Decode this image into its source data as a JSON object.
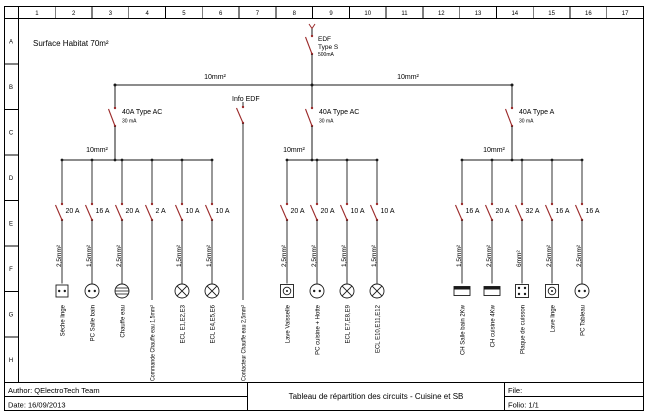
{
  "colors": {
    "line": "#1a1a1a",
    "symbol": "#9b2a2a",
    "paper": "#ffffff",
    "frame": "#000000"
  },
  "frame": {
    "columns": [
      "1",
      "2",
      "3",
      "4",
      "5",
      "6",
      "7",
      "8",
      "9",
      "10",
      "11",
      "12",
      "13",
      "14",
      "15",
      "16",
      "17"
    ],
    "rows": [
      "A",
      "B",
      "C",
      "D",
      "E",
      "F",
      "G",
      "H"
    ]
  },
  "title_block": {
    "author": "Author: QElectroTech Team",
    "date": "Date: 16/09/2013",
    "title": "Tableau de répartition des circuits - Cuisine et SB",
    "file": "File:",
    "folio": "Folio: 1/1"
  },
  "annotations": {
    "surface": "Surface Habitat 70m²",
    "info_edf": "Info EDF",
    "feed_left": "10mm²",
    "feed_right": "10mm²"
  },
  "main_breaker": {
    "name": "EDF",
    "type": "Type S",
    "rating": "500mA"
  },
  "contactor": {
    "name": "Contacteur Chauffe eau 2,5mm²"
  },
  "groups": [
    {
      "differential": "40A Type AC",
      "sensitivity": "30 mA",
      "feeder": "10mm²",
      "circuits": [
        {
          "rating": "20 A",
          "wire": "2,5mm²",
          "load": "socket-square",
          "name": "Sèche linge"
        },
        {
          "rating": "16 A",
          "wire": "1,5mm²",
          "load": "socket",
          "name": "PC Salle bain"
        },
        {
          "rating": "20 A",
          "wire": "2,5mm²",
          "load": "water-heater",
          "name": "Chauffe eau"
        },
        {
          "rating": "2 A",
          "wire": "",
          "load": "none",
          "name": "Commande Chauffe eau 1,5mm²"
        },
        {
          "rating": "10 A",
          "wire": "1,5mm²",
          "load": "lamp",
          "name": "ECL E1,E2,E3"
        },
        {
          "rating": "10 A",
          "wire": "1,5mm²",
          "load": "lamp",
          "name": "ECL E4,E5,E6"
        }
      ]
    },
    {
      "differential": "40A Type AC",
      "sensitivity": "30 mA",
      "feeder": "10mm²",
      "circuits": [
        {
          "rating": "20 A",
          "wire": "2,5mm²",
          "load": "appliance",
          "name": "Lave Vaisselle"
        },
        {
          "rating": "20 A",
          "wire": "2,5mm²",
          "load": "socket",
          "name": "PC cuisine + Hotte"
        },
        {
          "rating": "10 A",
          "wire": "1,5mm²",
          "load": "lamp",
          "name": "ECL E7,E8,E9"
        },
        {
          "rating": "10 A",
          "wire": "1,5mm²",
          "load": "lamp",
          "name": "ECL E10,E11,E12"
        }
      ]
    },
    {
      "differential": "40A Type A",
      "sensitivity": "30 mA",
      "feeder": "10mm²",
      "circuits": [
        {
          "rating": "16 A",
          "wire": "1,5mm²",
          "load": "heater",
          "name": "CH Salle bain 2Kw"
        },
        {
          "rating": "20 A",
          "wire": "2,5mm²",
          "load": "heater",
          "name": "CH cuisine 4Kw"
        },
        {
          "rating": "32 A",
          "wire": "6mm²",
          "load": "cooker",
          "name": "Plaque de cuisson"
        },
        {
          "rating": "16 A",
          "wire": "2,5mm²",
          "load": "appliance",
          "name": "Lave linge"
        },
        {
          "rating": "16 A",
          "wire": "2,5mm²",
          "load": "socket",
          "name": "PC Tableau"
        }
      ]
    }
  ]
}
